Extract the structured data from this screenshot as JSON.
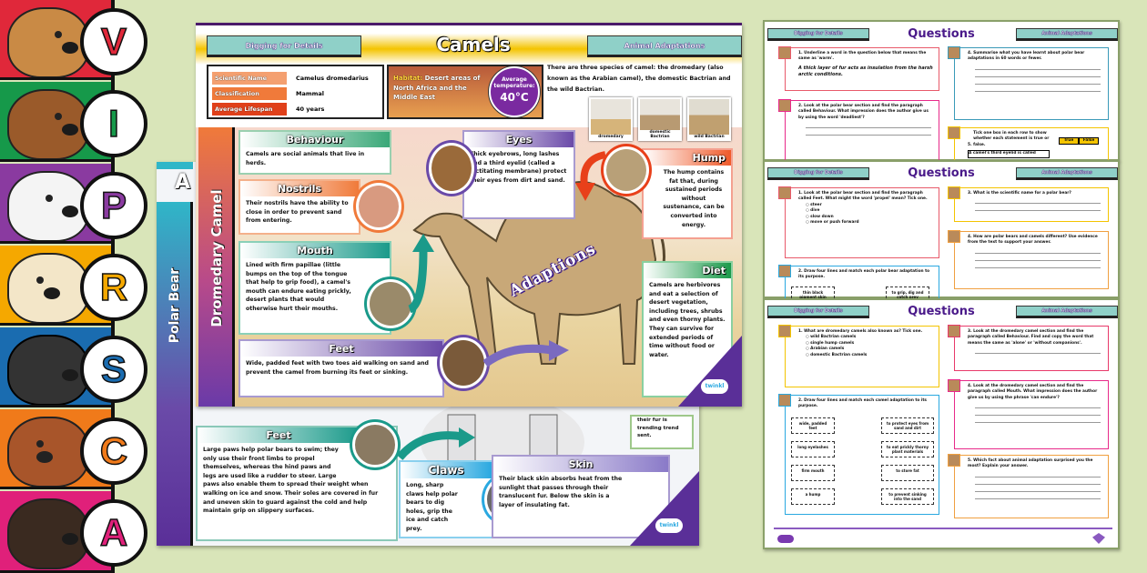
{
  "vipers": {
    "letters": [
      {
        "letter": "V",
        "color": "#e0283a"
      },
      {
        "letter": "I",
        "color": "#16994a"
      },
      {
        "letter": "P",
        "color": "#8a3aa0"
      },
      {
        "letter": "R",
        "color": "#f5a800"
      },
      {
        "letter": "S",
        "color": "#1a6cb0"
      },
      {
        "letter": "C",
        "color": "#f07a1a"
      },
      {
        "letter": "A",
        "color": "#e0207a"
      }
    ]
  },
  "polar_sheet": {
    "title_partial": "A",
    "side_title": "Polar Bear",
    "skin_top_text": "their fur is trending trend sent.",
    "feet": {
      "heading": "Feet",
      "text": "Large paws help polar bears to swim; they only use their front limbs to propel themselves, whereas the hind paws and legs are used like a rudder to steer. Large paws also enable them to spread their weight when walking on ice and snow. Their soles are covered in fur and uneven skin to guard against the cold and help maintain grip on slippery surfaces."
    },
    "claws": {
      "heading": "Claws",
      "text": "Long, sharp claws help polar bears to dig holes, grip the ice and catch prey."
    },
    "skin": {
      "heading": "Skin",
      "text": "Their black skin absorbs heat from the sunlight that passes through their translucent fur. Below the skin is a layer of insulating fat."
    },
    "logo": "twinkl"
  },
  "camel_sheet": {
    "left_tab": "Digging for Details",
    "title": "Camels",
    "right_tab": "Animal Adaptations",
    "facts": [
      {
        "label": "Scientific Name",
        "value": "Camelus dromedarius"
      },
      {
        "label": "Classification",
        "value": "Mammal"
      },
      {
        "label": "Average Lifespan",
        "value": "40 years"
      }
    ],
    "habitat_label": "Habitat:",
    "habitat_text": "Desert areas of North Africa and the Middle East",
    "temp_label": "Average temperature:",
    "temp_value": "40°C",
    "intro": "There are three species of camel: the dromedary (also known as the Arabian camel), the domestic Bactrian and the wild Bactrian.",
    "photos": [
      "dromedary",
      "domestic Bactrian",
      "wild Bactrian"
    ],
    "side_title": "Dromedary Camel",
    "centre_label": "Adaptions",
    "sections": {
      "behaviour": {
        "heading": "Behaviour",
        "text": "Camels are social animals that live in herds."
      },
      "nostrils": {
        "heading": "Nostrils",
        "text": "Their nostrils have the ability to close in order to prevent sand from entering."
      },
      "mouth": {
        "heading": "Mouth",
        "text": "Lined with firm papillae (little bumps on the top of the tongue that help to grip food), a camel's mouth can endure eating prickly, desert plants that would otherwise hurt their mouths."
      },
      "feet": {
        "heading": "Feet",
        "text": "Wide, padded feet with two toes aid walking on sand and prevent the camel from burning its feet or sinking."
      },
      "eyes": {
        "heading": "Eyes",
        "text": "Thick eyebrows, long lashes and a third eyelid (called a nictitating membrane) protect their eyes from dirt and sand."
      },
      "hump": {
        "heading": "Hump",
        "text": "The hump contains fat that, during sustained periods without sustenance, can be converted into energy."
      },
      "diet": {
        "heading": "Diet",
        "text": "Camels are herbivores and eat a selection of desert vegetation, including trees, shrubs and even thorny plants. They can survive for extended periods of time without food or water."
      }
    },
    "logo": "twinkl"
  },
  "question_sheets": [
    {
      "left_tab": "Digging for Details",
      "title": "Questions",
      "right_tab": "Animal Adaptations",
      "q1": {
        "num": "1.",
        "text": "Underline a word in the question below that means the same as 'warm'.",
        "quote": "A thick layer of fur acts as insulation from the harsh arctic conditions."
      },
      "q2": {
        "num": "2.",
        "text": "Look at the polar bear section and find the paragraph called Behaviour. What impression does the author give us by using the word 'deadliest'?"
      },
      "q4": {
        "num": "4.",
        "text": "Summarise what you have learnt about polar bear adaptations in 60 words or fewer."
      },
      "q5": {
        "num": "5.",
        "text": "Tick one box in each row to show whether each statement is true or false.",
        "col_true": "True",
        "col_false": "False",
        "row1": "A camel's third eyelid is called"
      }
    },
    {
      "left_tab": "Digging for Details",
      "title": "Questions",
      "right_tab": "Animal Adaptations",
      "q1": {
        "num": "1.",
        "text": "Look at the polar bear section and find the paragraph called Feet. What might the word 'propel' mean? Tick one.",
        "options": [
          "steer",
          "dive",
          "slow down",
          "move or push forward"
        ]
      },
      "q2": {
        "num": "2.",
        "text": "Draw four lines and match each polar bear adaptation to its purpose.",
        "left": "thin black pigment skin",
        "right": "to grip, dig and catch prey"
      },
      "q3": {
        "num": "3.",
        "text": "What is the scientific name for a polar bear?"
      },
      "q4": {
        "num": "4.",
        "text": "How are polar bears and camels different? Use evidence from the text to support your answer."
      }
    },
    {
      "left_tab": "Digging for Details",
      "title": "Questions",
      "right_tab": "Animal Adaptations",
      "q1": {
        "num": "1.",
        "text": "What are dromedary camels also known as? Tick one.",
        "options": [
          "wild Bactrian camels",
          "single hump camels",
          "Arabian camels",
          "domestic Bactrian camels"
        ]
      },
      "q2": {
        "num": "2.",
        "text": "Draw four lines and match each camel adaptation to its purpose.",
        "left": [
          "wide, padded feet",
          "long eyelashes",
          "firm mouth",
          "a hump"
        ],
        "right": [
          "to protect eyes from sand and dirt",
          "to eat prickly thorny plant materials",
          "to store fat",
          "to prevent sinking into the sand"
        ]
      },
      "q3": {
        "num": "3.",
        "text": "Look at the dromedary camel section and find the paragraph called Behaviour. Find and copy the word that means the same as 'alone' or 'without companions'."
      },
      "q4": {
        "num": "4.",
        "text": "Look at the dromedary camel section and find the paragraph called Mouth. What impression does the author give us by using the phrase 'can endure'?"
      },
      "q5": {
        "num": "5.",
        "text": "Which fact about animal adaptation surprised you the most? Explain your answer."
      }
    }
  ]
}
